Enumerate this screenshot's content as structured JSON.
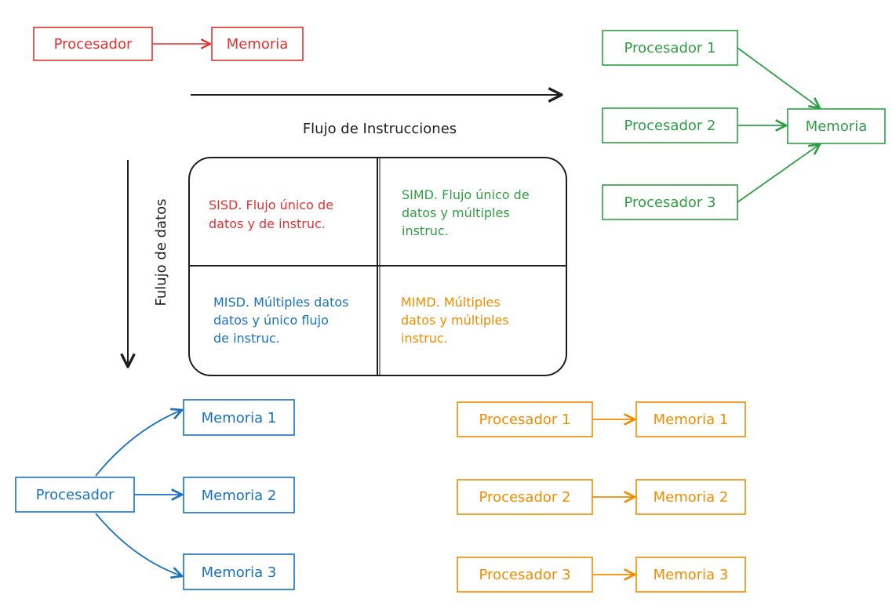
{
  "colors": {
    "red": "#e03131",
    "green": "#2f9e44",
    "blue": "#1971c2",
    "orange": "#f08c00",
    "black": "#1e1e1e"
  },
  "sisd": {
    "processor": "Procesador",
    "memory": "Memoria"
  },
  "simd": {
    "processors": [
      "Procesador 1",
      "Procesador 2",
      "Procesador 3"
    ],
    "memory": "Memoria"
  },
  "misd": {
    "processor": "Procesador",
    "memories": [
      "Memoria 1",
      "Memoria 2",
      "Memoria 3"
    ]
  },
  "mimd": {
    "processors": [
      "Procesador 1",
      "Procesador 2",
      "Procesador 3"
    ],
    "memories": [
      "Memoria 1",
      "Memoria 2",
      "Memoria 3"
    ]
  },
  "axes": {
    "instruction_flow": "Flujo de Instrucciones",
    "data_flow": "Fulujo de datos"
  },
  "grid": {
    "sisd": [
      "SISD. Flujo único de",
      "datos y de instruc."
    ],
    "simd": [
      "SIMD. Flujo único de",
      "datos y múltiples",
      "instruc."
    ],
    "misd": [
      "MISD. Múltiples datos",
      "datos y único flujo",
      "de instruc."
    ],
    "mimd": [
      "MIMD. Múltiples",
      "datos y múltiples",
      "instruc."
    ]
  }
}
